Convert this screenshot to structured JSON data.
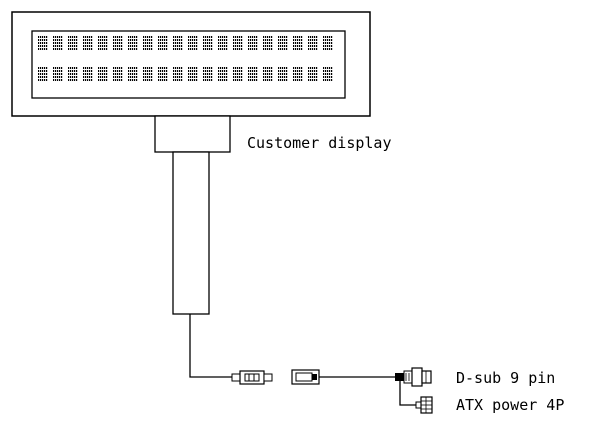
{
  "labels": {
    "customer_display": "Customer display",
    "dsub": "D-sub 9 pin",
    "atx": "ATX power 4P"
  },
  "display": {
    "rows": 2,
    "columns": 20,
    "pixel_rows_per_char": 5,
    "pixel_cols_per_char": 5
  },
  "colors": {
    "stroke": "#000000",
    "background": "#ffffff",
    "pixel": "#000000"
  }
}
